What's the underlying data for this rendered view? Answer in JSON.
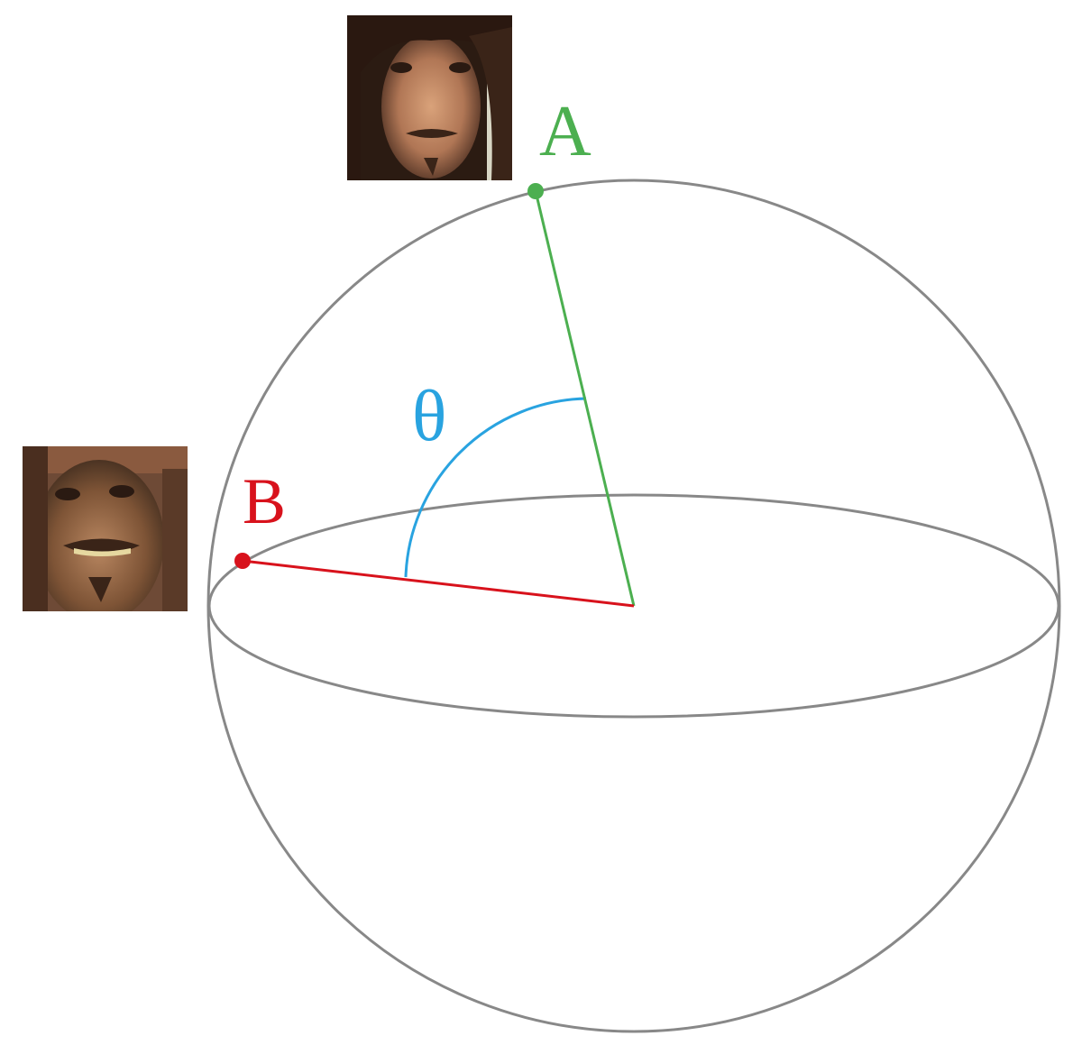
{
  "diagram": {
    "labels": {
      "point_a": "A",
      "point_b": "B",
      "angle": "θ"
    },
    "colors": {
      "sphere_outline": "#888888",
      "point_a": "#4caf50",
      "point_b": "#d8121c",
      "angle_arc": "#29a3e0",
      "background": "#ffffff"
    },
    "images": {
      "top_portrait": "face-photo-portrait-icon",
      "left_portrait": "face-photo-smiling-icon"
    }
  }
}
